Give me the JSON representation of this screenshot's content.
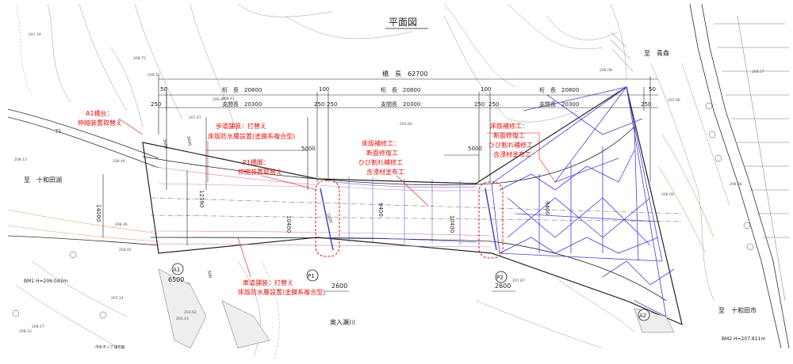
{
  "title": "平面図",
  "directions": {
    "aomori": "至　青森",
    "towadako": "至　十和田湖",
    "towadashi": "至　十和田市"
  },
  "dimensions": {
    "bridge_length": "橋　長　62700",
    "seg_50_left": "50",
    "seg_100_1": "100",
    "seg_100_2": "100",
    "seg_50_right": "50",
    "girder_1": "桁　長　20800",
    "girder_2": "桁　長　20800",
    "girder_3": "桁　長　20800",
    "span_1": "支間長　20300",
    "span_2": "支間長　20300",
    "span_3": "支間長　20300",
    "d250_a": "250",
    "d250_b": "250",
    "d250_c": "250",
    "d250_d": "250",
    "d250_e": "250",
    "d250_f": "250",
    "w5000_1": "5000",
    "w5000_2": "5000",
    "w12390": "12390",
    "w14000": "14000",
    "w10400_1": "10400",
    "w10400_2": "10400",
    "w9400_1": "9400",
    "w9400_2": "9400",
    "d6500": "6500",
    "d2600_1": "2600",
    "d2600_2": "2600",
    "d1600": "1600",
    "d3000": "3000",
    "d1000": "1000",
    "d500": "500"
  },
  "notes": {
    "a1_title": "A1橋台：",
    "a1_body": "伸縮装置取替え",
    "walk_title": "歩道舗装：打替え",
    "walk_body": "床版防水層設置(塗膜系複合型)",
    "p1_title": "P1橋脚：",
    "p1_body": "伸縮装置取替え",
    "slab1_title": "床版補修工：",
    "slab1_l1": "断面修復工",
    "slab1_l2": "ひび割れ補修工",
    "slab1_l3": "含浸材塗布工",
    "slab2_title": "床版補修工：",
    "slab2_l1": "断面修復工",
    "slab2_l2": "ひび割れ補修工",
    "slab2_l3": "含浸材塗布工",
    "road_title": "車道舗装：打替え",
    "road_body": "床版防水層設置(塗膜系複合型)"
  },
  "labels": {
    "a1": "A1",
    "a2": "A2",
    "p1": "P1",
    "p2": "P2",
    "t1": "T1",
    "river": "奥入瀬川",
    "bm1": "BM1 H=206.043m",
    "bm2": "BM2 H=207.811m",
    "pump": "汚水ポンプ\n操作盤"
  },
  "spot_heights": [
    "207.19",
    "208.13",
    "208.44",
    "208.26",
    "208.75",
    "208.95",
    "207.14",
    "203.43",
    "203.62",
    "207.67",
    "206.07",
    "208.27",
    "209.32",
    "207.87",
    "208.57",
    "208.56",
    "206.09",
    "203.66",
    "208.33",
    "206.08",
    "208.41",
    "207.96"
  ],
  "colors": {
    "red_note": "#e01010",
    "truss_blue": "#4a3cd8",
    "deck_pink": "#d880c0",
    "contour_orange": "#e0a070"
  }
}
